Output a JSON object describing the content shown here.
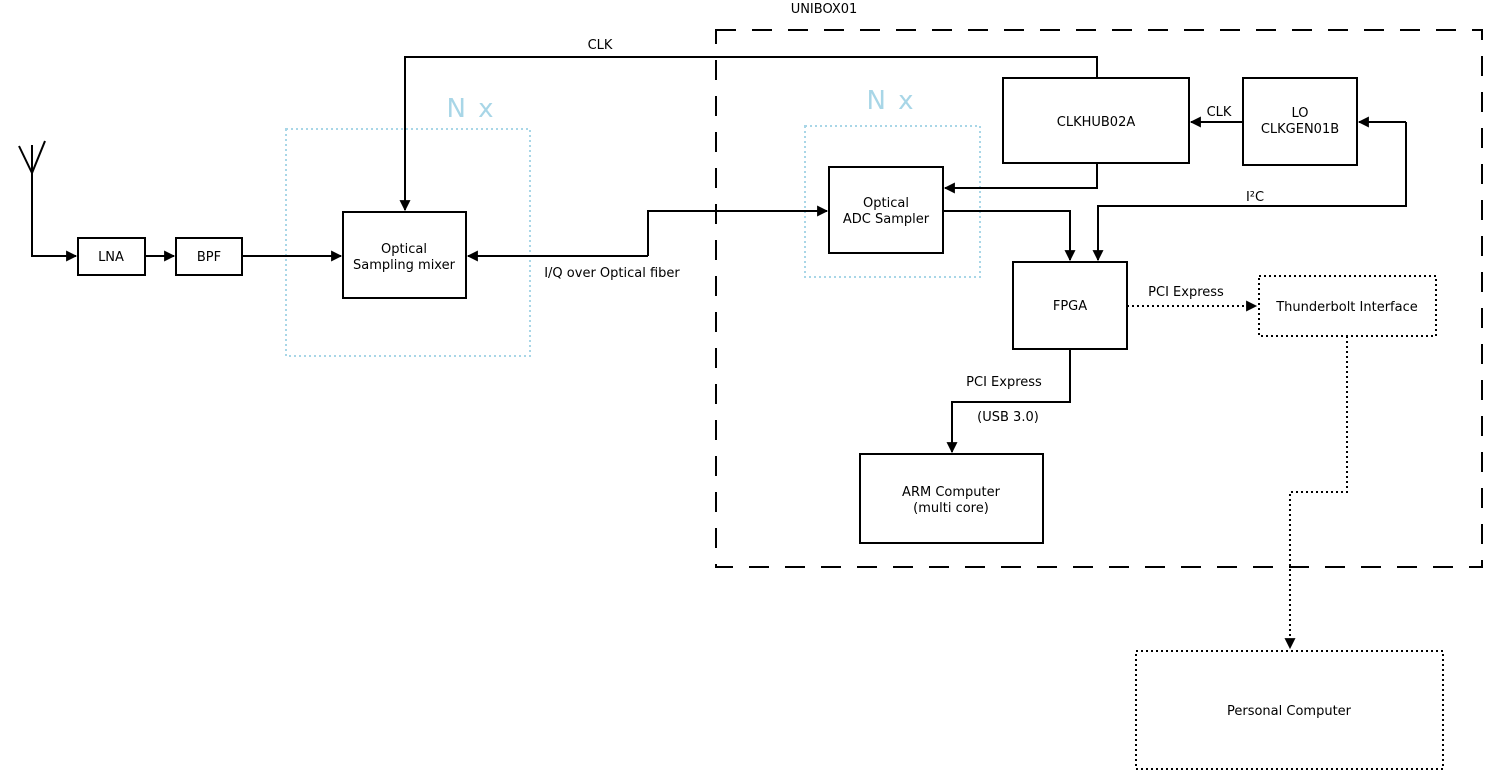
{
  "diagram": {
    "system_label": "UNIBOX01",
    "colors": {
      "line": "#000000",
      "background": "#ffffff",
      "accent_blue": "#a8d6e7"
    },
    "multiplier_left": "N x",
    "multiplier_right": "N x",
    "boxes": {
      "lna": {
        "label": "LNA"
      },
      "bpf": {
        "label": "BPF"
      },
      "mixer": {
        "line1": "Optical",
        "line2": "Sampling mixer"
      },
      "adc": {
        "line1": "Optical",
        "line2": "ADC Sampler"
      },
      "clkhub": {
        "label": "CLKHUB02A"
      },
      "lo": {
        "line1": "LO",
        "line2": "CLKGEN01B"
      },
      "fpga": {
        "label": "FPGA"
      },
      "thunderbolt": {
        "label": "Thunderbolt Interface"
      },
      "arm": {
        "line1": "ARM Computer",
        "line2": "(multi core)"
      },
      "pc": {
        "label": "Personal Computer"
      }
    },
    "connections": {
      "clk_top": "CLK",
      "clk_lo_to_hub": "CLK",
      "i2c": "I²C",
      "iq_fiber": "I/Q over Optical fiber",
      "pci_express_thunderbolt": "PCI Express",
      "pci_express_arm": "PCI Express",
      "usb": "(USB 3.0)"
    }
  }
}
